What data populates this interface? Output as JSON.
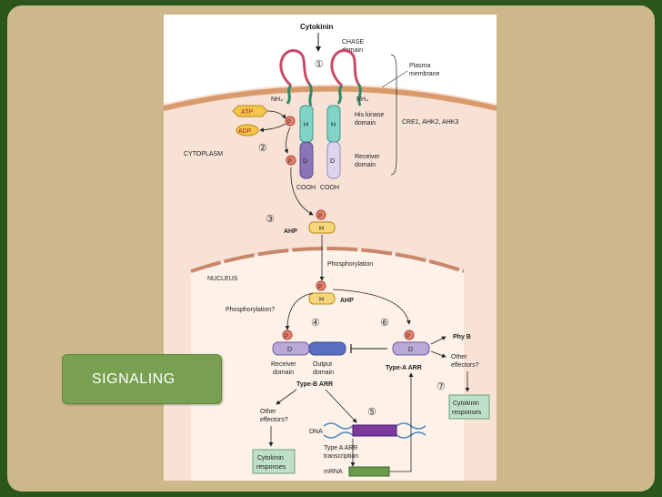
{
  "slide": {
    "label": "SIGNALING"
  },
  "diagram": {
    "cytokinin": "Cytokinin",
    "chase1": "CHASE",
    "chase2": "domain",
    "step1": "①",
    "step2": "②",
    "step3": "③",
    "step4": "④",
    "step5": "⑤",
    "step6": "⑥",
    "step7": "⑦",
    "plasma1": "Plasma",
    "plasma2": "membrane",
    "nh4_left": "NH₄",
    "nh4_right": "NH₄",
    "atp": "ATP",
    "adp": "ADP",
    "p": "P",
    "h": "H",
    "d": "D",
    "his1": "His kinase",
    "his2": "domain",
    "receptors": "CRE1, AHK2, AHK3",
    "cytoplasm": "CYTOPLASM",
    "receiver1": "Receiver",
    "receiver2": "domain",
    "cooh1": "COOH",
    "cooh2": "COOH",
    "ahp": "AHP",
    "nucleus": "NUCLEUS",
    "phosphorylation": "Phosphorylation",
    "phosphorylation_q": "Phosphorylation?",
    "phy_b": "Phy B",
    "other_eff1": "Other",
    "other_eff2": "effectors?",
    "typea_arr": "Type-A ARR",
    "typeb_recv1": "Receiver",
    "typeb_recv2": "domain",
    "typeb_out1": "Output",
    "typeb_out2": "domain",
    "typeb_arr": "Type-B ARR",
    "cyto_resp1": "Cytokinin",
    "cyto_resp2": "responses",
    "dna": "DNA",
    "transcription1": "Type A ARR",
    "transcription2": "transcription",
    "mrna": "mRNA"
  }
}
